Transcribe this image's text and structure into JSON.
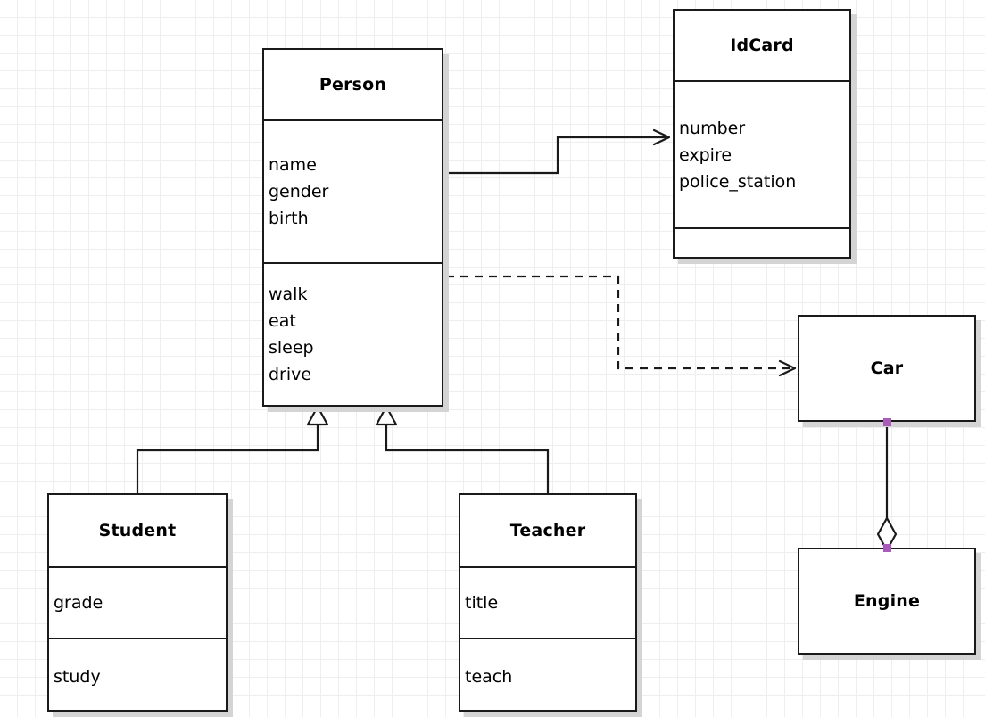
{
  "diagram": {
    "type": "uml-class-diagram",
    "background": "#ffffff",
    "grid_color": "#eeeeee",
    "grid_size": 20,
    "border_color": "#1a1a1a",
    "shadow_color": "#d4d4d4",
    "selection_handle_color": "#a85bb8"
  },
  "classes": {
    "person": {
      "name": "Person",
      "attributes": [
        "name",
        "gender",
        "birth"
      ],
      "methods": [
        "walk",
        "eat",
        "sleep",
        "drive"
      ]
    },
    "idcard": {
      "name": "IdCard",
      "attributes": [
        "number",
        "expire",
        "police_station"
      ],
      "methods": []
    },
    "student": {
      "name": "Student",
      "attributes": [
        "grade"
      ],
      "methods": [
        "study"
      ]
    },
    "teacher": {
      "name": "Teacher",
      "attributes": [
        "title"
      ],
      "methods": [
        "teach"
      ]
    },
    "car": {
      "name": "Car",
      "attributes": [],
      "methods": []
    },
    "engine": {
      "name": "Engine",
      "attributes": [],
      "methods": []
    }
  },
  "relationships": [
    {
      "id": "person-idcard",
      "kind": "association",
      "line": "solid",
      "arrowhead": "open",
      "source": "Person",
      "target": "IdCard"
    },
    {
      "id": "person-car",
      "kind": "dependency",
      "line": "dashed",
      "arrowhead": "open",
      "source": "Person",
      "target": "Car"
    },
    {
      "id": "student-person",
      "kind": "generalization",
      "line": "solid",
      "arrowhead": "hollow-triangle",
      "source": "Student",
      "target": "Person"
    },
    {
      "id": "teacher-person",
      "kind": "generalization",
      "line": "solid",
      "arrowhead": "hollow-triangle",
      "source": "Teacher",
      "target": "Person"
    },
    {
      "id": "car-engine",
      "kind": "aggregation",
      "line": "solid",
      "arrowhead": "hollow-diamond",
      "source": "Car",
      "target": "Engine",
      "selected": true
    }
  ]
}
